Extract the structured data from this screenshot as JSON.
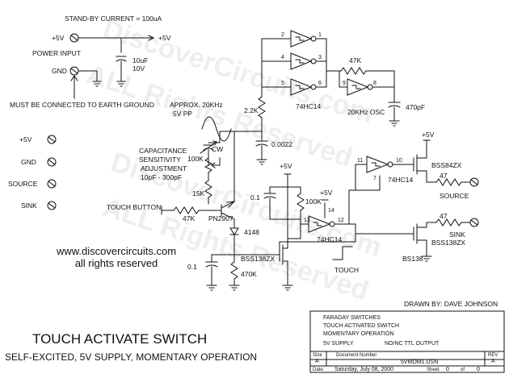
{
  "labels": {
    "standby": "STAND-BY CURRENT = 100uA",
    "plus5v_in": "+5V",
    "plus5v_out": "+5V",
    "power_input": "POWER INPUT",
    "gnd_in": "GND",
    "cap_power": "10uF",
    "cap_power_v": "10V",
    "earth_note": "MUST BE CONNECTED TO EARTH GROUND",
    "approx": "APPROX. 20KHz",
    "pp": "5V PP",
    "r_2k2": "2.2K",
    "ic_74hc14_top": "74HC14",
    "osc": "20KHz OSC",
    "r_47k_top": "47K",
    "c_470p": "470pF",
    "c_0022": "0.0022",
    "term_5v": "+5V",
    "term_gnd": "GND",
    "term_source": "SOURCE",
    "term_sink": "SINK",
    "cap_sens_1": "CAPACITANCE",
    "cap_sens_2": "SENSITIVITY",
    "cap_sens_3": "ADJUSTMENT",
    "cap_sens_4": "10pF - 300pF",
    "cw": "CW",
    "pot_100k": "100K",
    "r_15k": "15K",
    "touch_button": "TOUCH BUTTON",
    "r_47k_touch": "47K",
    "pn2907": "PN2907",
    "d_4148": "4148",
    "c_01_left": "0.1",
    "bss138_left": "BSS138ZX",
    "r_470k": "470K",
    "plus5v_mid": "+5V",
    "c_01_mid": "0.1",
    "r_100k_mid": "100K",
    "plus5v_ic": "+5V",
    "ic_74hc14_mid": "74HC14",
    "ic_74hc14_right": "74HC14",
    "bss84": "BSS84ZX",
    "bss138_right": "BSS138ZX",
    "bs138": "BS138",
    "r_47k_source": "47",
    "r_47k_sink": "47",
    "source_out": "SOURCE",
    "sink_out": "SINK",
    "plus5v_right": "+5V",
    "touch": "TOUCH",
    "drawn_by": "DRAWN BY: DAVE JOHNSON",
    "website": "www.discovercircuits.com",
    "rights": "all rights reserved"
  },
  "pins": [
    "2",
    "1",
    "4",
    "3",
    "6",
    "5",
    "8",
    "9",
    "11",
    "10",
    "7",
    "14",
    "13",
    "12"
  ],
  "title": "TOUCH ACTIVATE SWITCH",
  "subtitle": "SELF-EXCITED, 5V SUPPLY, MOMENTARY OPERATION",
  "title_block": {
    "line1": "FARADAY SWITCHES",
    "line2": "TOUCH ACTIVATED SWITCH",
    "line3": "MOMENTARY OPERATION",
    "line4": "5V SUPPLY",
    "line5": "NO/NC TTL OUTPUT",
    "size_label": "Size",
    "size_value": "A",
    "docnum_label": "Document Number",
    "docnum_value": "5VMOM1.DSN",
    "rev_label": "REV",
    "rev_value": "A",
    "date_label": "Date:",
    "date_value": "Saturday, July 08, 2000",
    "sheet_label": "Sheet",
    "sheet_value": "0",
    "of_label": "of",
    "of_value": "0"
  },
  "watermark": {
    "line1": "DiscoverCircuits.com",
    "line2": "ALL Rights Reserved"
  }
}
